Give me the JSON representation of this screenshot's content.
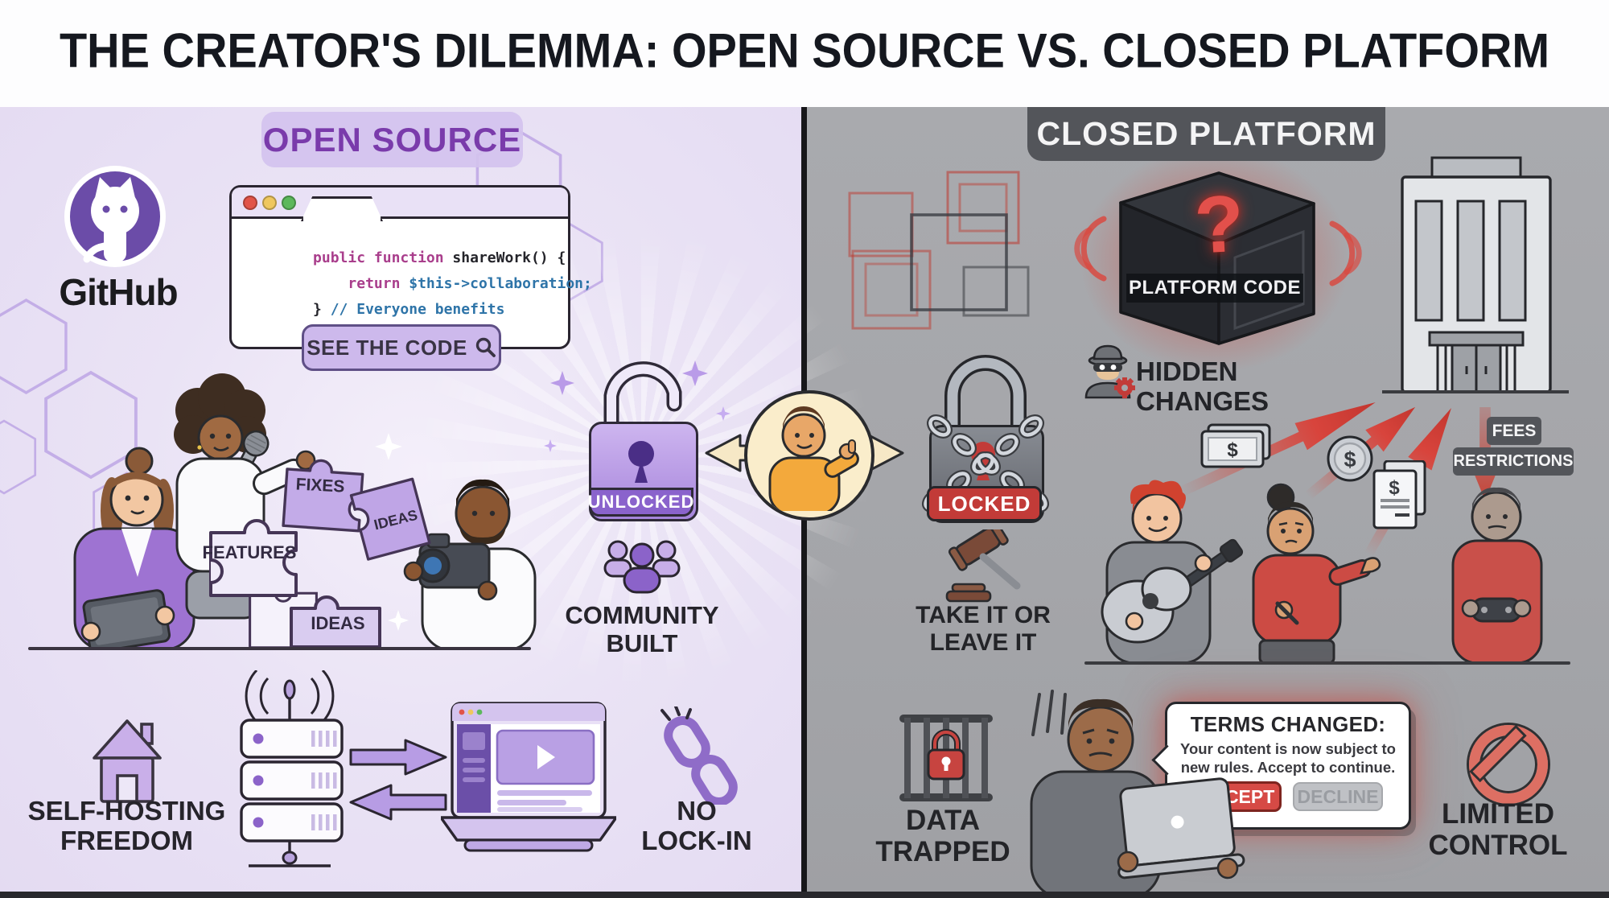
{
  "title": "THE CREATOR'S DILEMMA: OPEN SOURCE VS. CLOSED PLATFORM",
  "symbols": {
    "dollar": "$",
    "question": "?"
  },
  "open": {
    "header": "OPEN SOURCE",
    "github": "GitHub",
    "code": {
      "kw1": "public function",
      "fn": " shareWork() {",
      "indent": "    ",
      "kw2": "return",
      "expr": " $this->collaboration;",
      "brace": "} ",
      "comment": "// Everyone benefits",
      "button": "SEE THE CODE"
    },
    "puzzle": {
      "fixes": "FIXES",
      "features": "FEATURES",
      "ideas_a": "IDEAS",
      "ideas_b": "IDEAS"
    },
    "lock": "UNLOCKED",
    "community": {
      "l1": "COMMUNITY",
      "l2": "BUILT"
    },
    "hosting": {
      "l1": "SELF-HOSTING",
      "l2": "FREEDOM"
    },
    "lockin": {
      "l1": "NO",
      "l2": "LOCK-IN"
    }
  },
  "closed": {
    "header": "CLOSED PLATFORM",
    "cube": "PLATFORM CODE",
    "hidden": "HIDDEN CHANGES",
    "lock": "LOCKED",
    "ultimatum": {
      "l1": "TAKE IT OR",
      "l2": "LEAVE IT"
    },
    "fees": "FEES",
    "restrictions": "RESTRICTIONS",
    "data": {
      "l1": "DATA",
      "l2": "TRAPPED"
    },
    "dialog": {
      "title": "TERMS CHANGED:",
      "body1": "Your content is now subject to",
      "body2": "new rules. Accept to continue.",
      "accept": "ACCEPT",
      "decline": "DECLINE"
    },
    "control": {
      "l1": "LIMITED",
      "l2": "CONTROL"
    }
  },
  "colors": {
    "open_accent": "#7A3BAB",
    "open_bg": "#EAE3F5",
    "closed_bg": "#A6A7AB",
    "danger": "#C23B38",
    "lock_purple": "#A585DB"
  }
}
